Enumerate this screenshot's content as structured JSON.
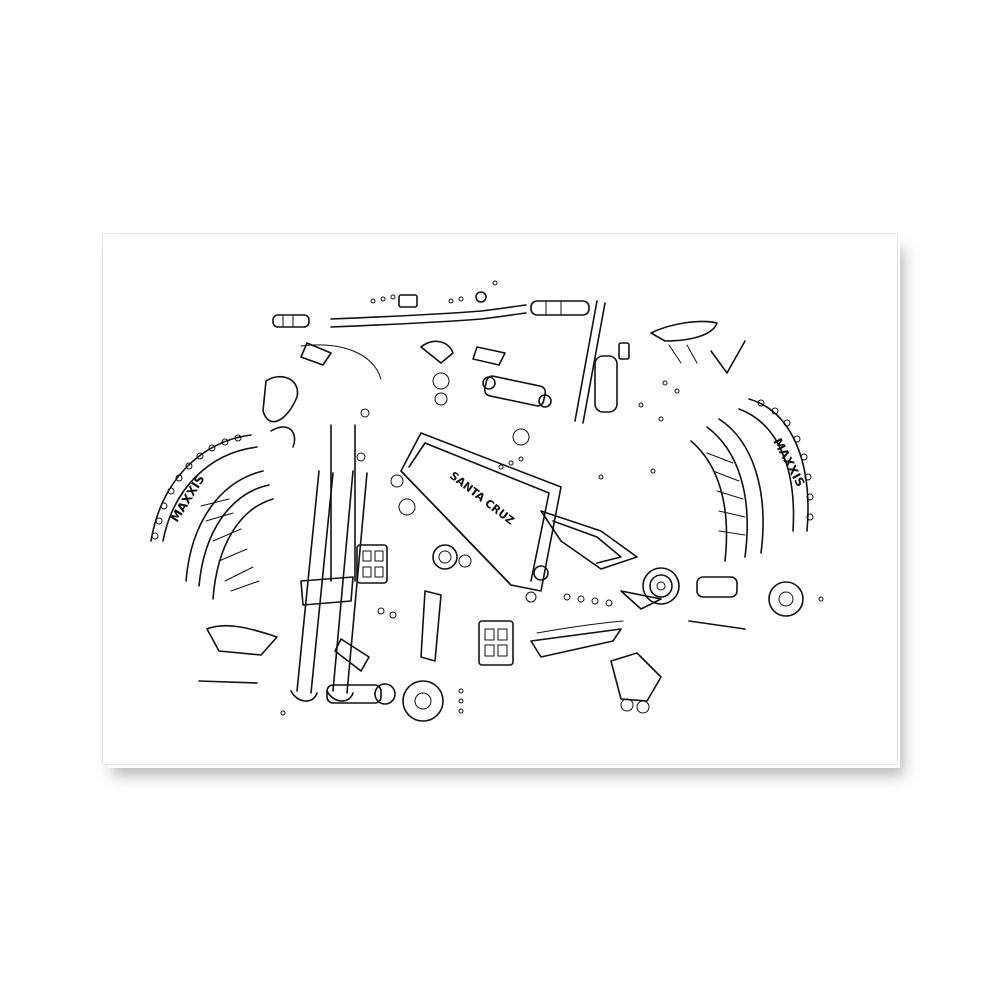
{
  "artwork": {
    "frame_lettering": "SANTA CRUZ",
    "front_tire_lettering": "MAXXIS",
    "rear_tire_lettering": "MAXXIS"
  },
  "colors": {
    "ink": "#111111",
    "paper": "#ffffff",
    "background": "#ffffff"
  }
}
